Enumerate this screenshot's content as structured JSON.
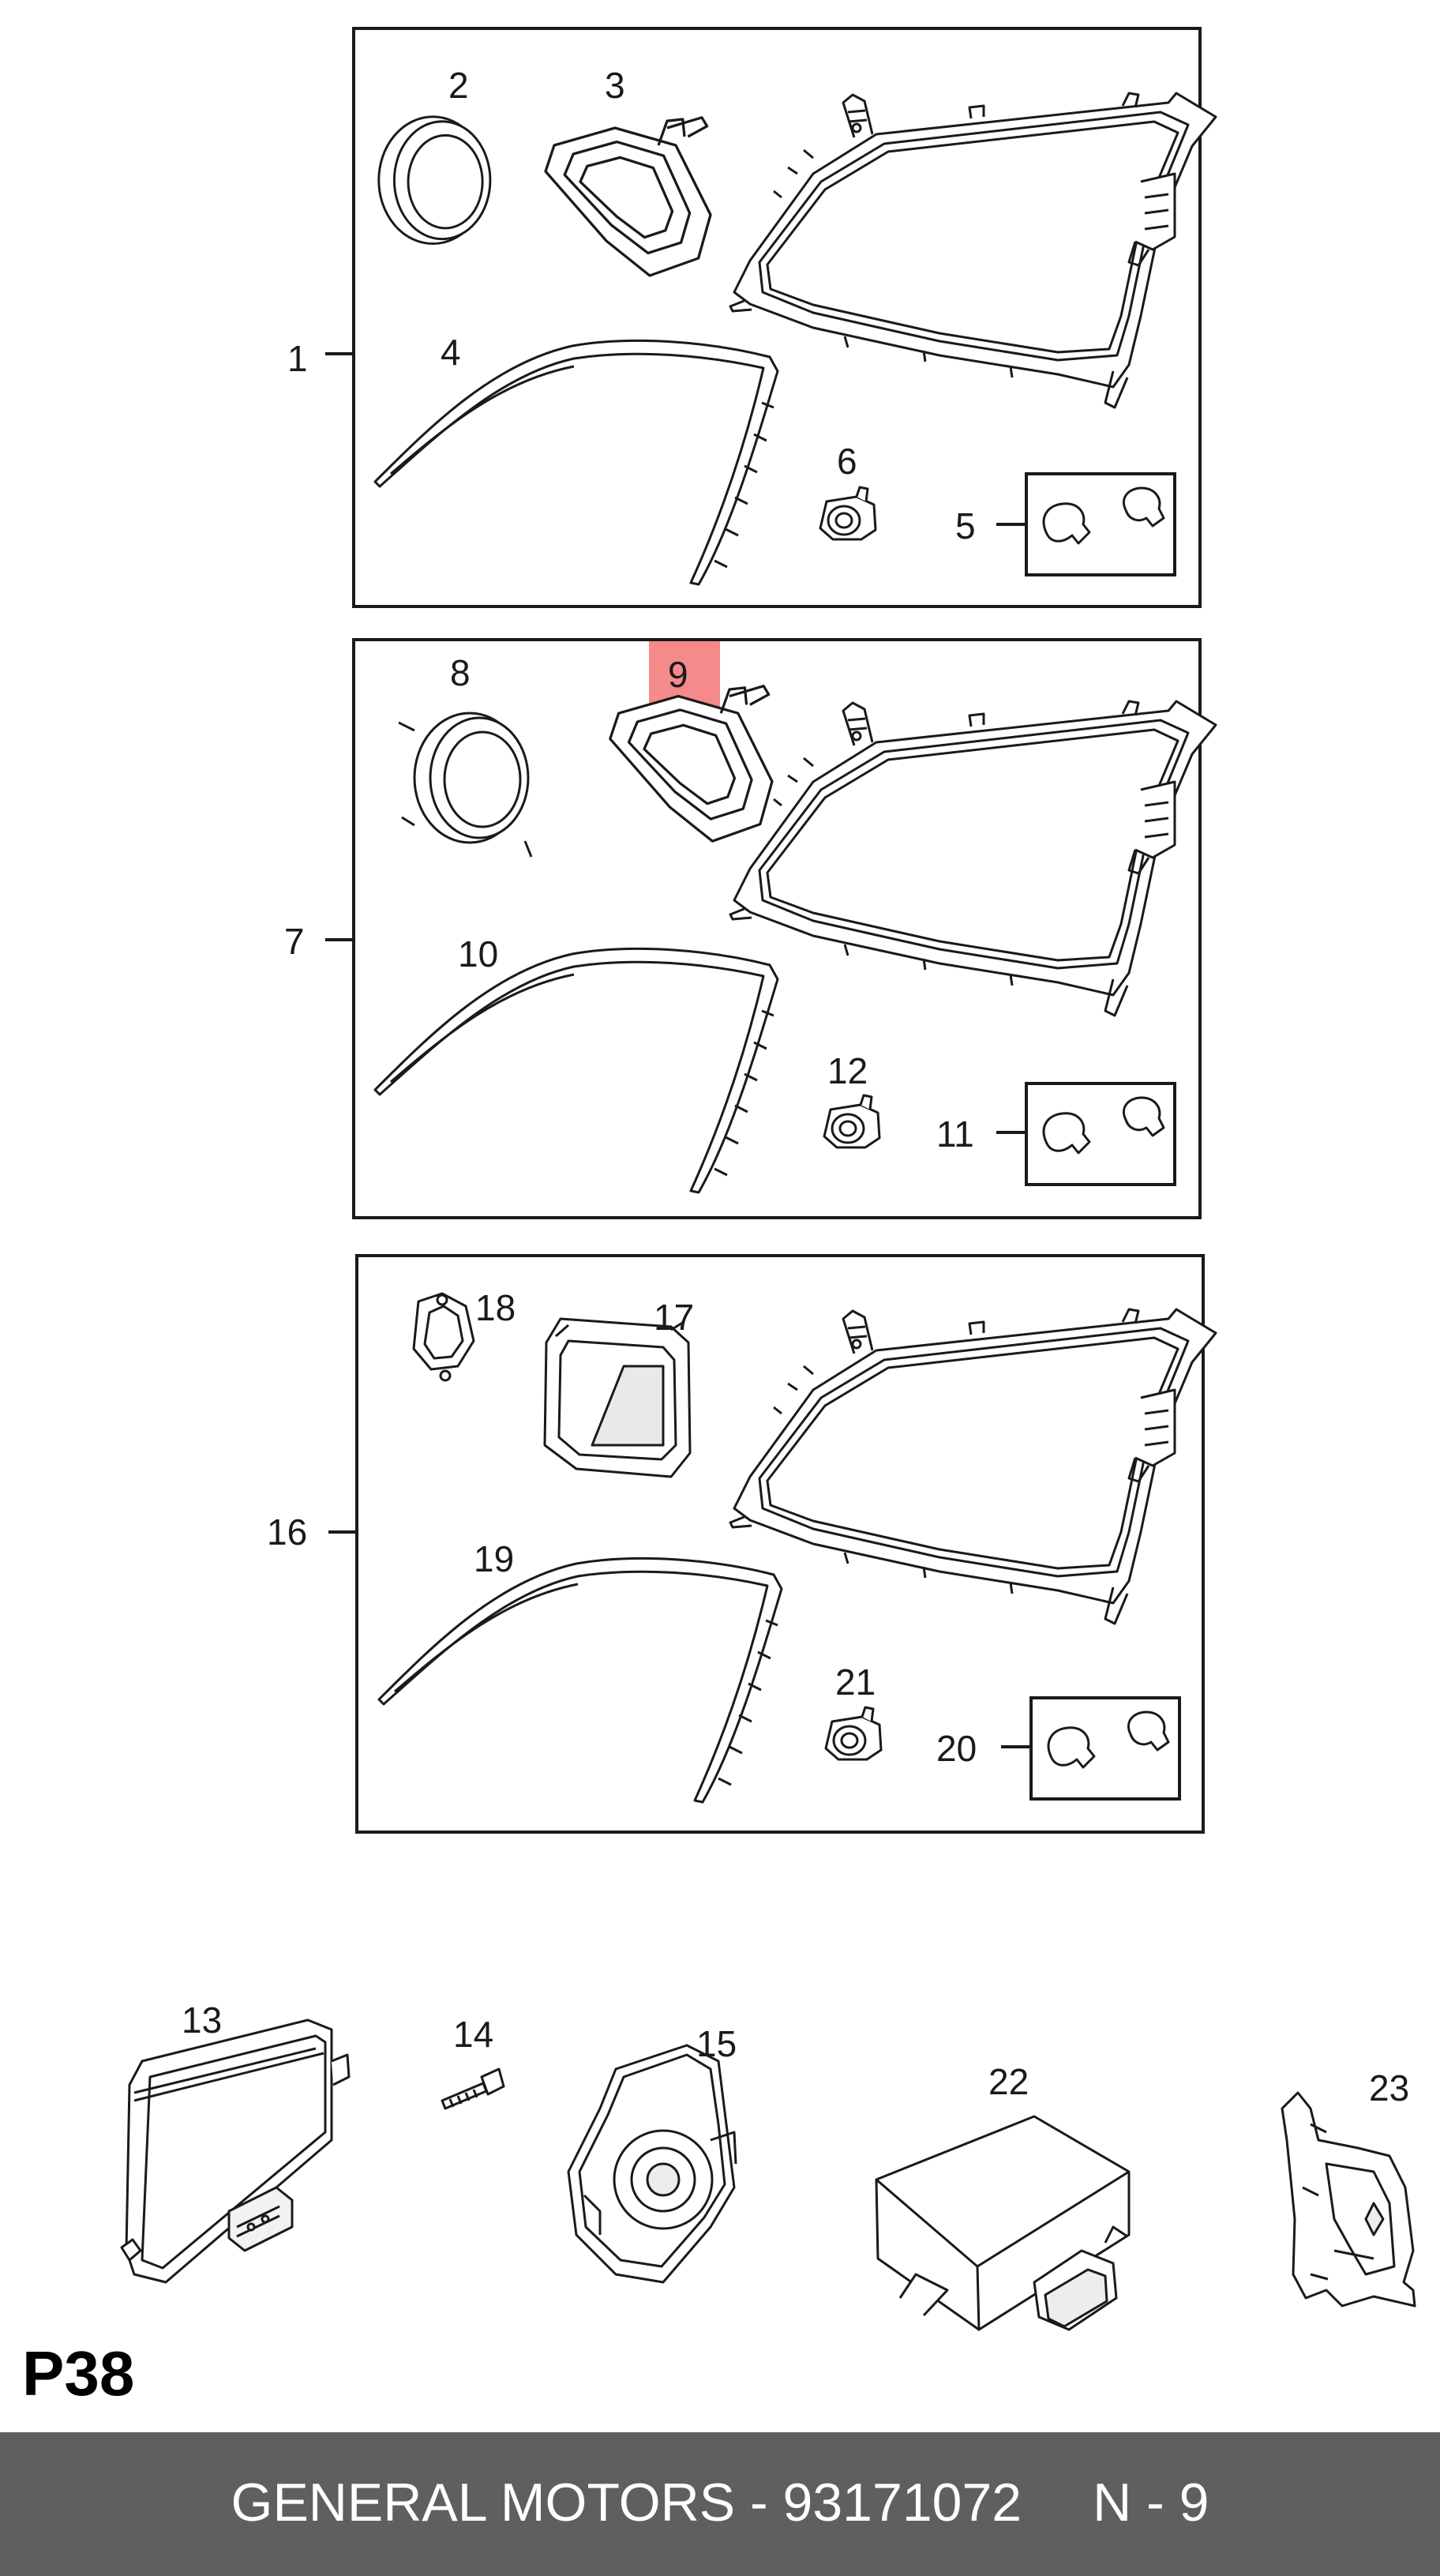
{
  "diagram": {
    "highlight_color": "#f58a8a",
    "callouts": {
      "n1": "1",
      "n2": "2",
      "n3": "3",
      "n4": "4",
      "n5": "5",
      "n6": "6",
      "n7": "7",
      "n8": "8",
      "n9": "9",
      "n10": "10",
      "n11": "11",
      "n12": "12",
      "n13": "13",
      "n14": "14",
      "n15": "15",
      "n16": "16",
      "n17": "17",
      "n18": "18",
      "n19": "19",
      "n20": "20",
      "n21": "21",
      "n22": "22",
      "n23": "23"
    },
    "highlighted_callout": "9"
  },
  "page_code": "P38",
  "footer": {
    "brand_part": "GENERAL MOTORS - 93171072",
    "ref": "N - 9",
    "background": "#5f5f5f"
  }
}
